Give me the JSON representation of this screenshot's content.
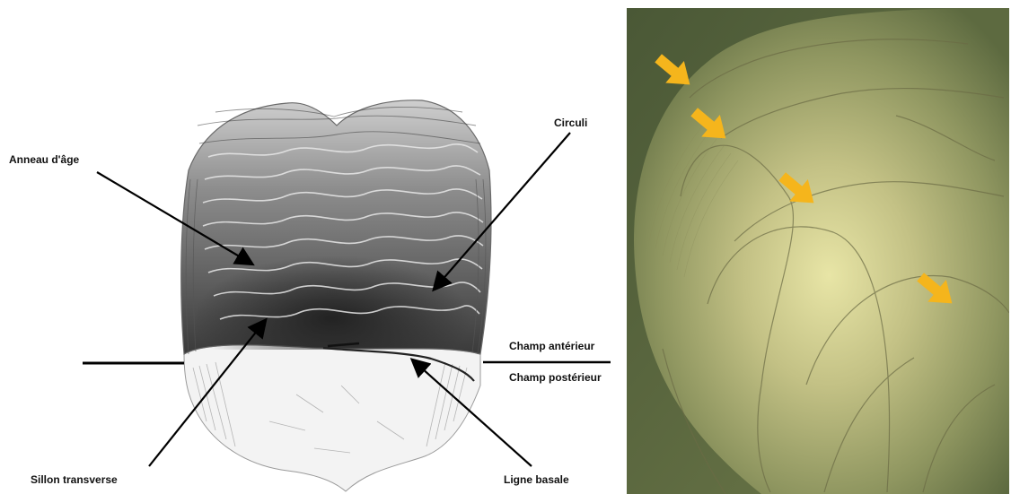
{
  "labels": {
    "age_ring": "Anneau d'âge",
    "circuli": "Circuli",
    "anterior_field": "Champ antérieur",
    "posterior_field": "Champ postérieur",
    "transverse_groove": "Sillon transverse",
    "basal_line": "Ligne basale"
  },
  "arrows": {
    "color": "#f5b51c",
    "count": 4
  }
}
